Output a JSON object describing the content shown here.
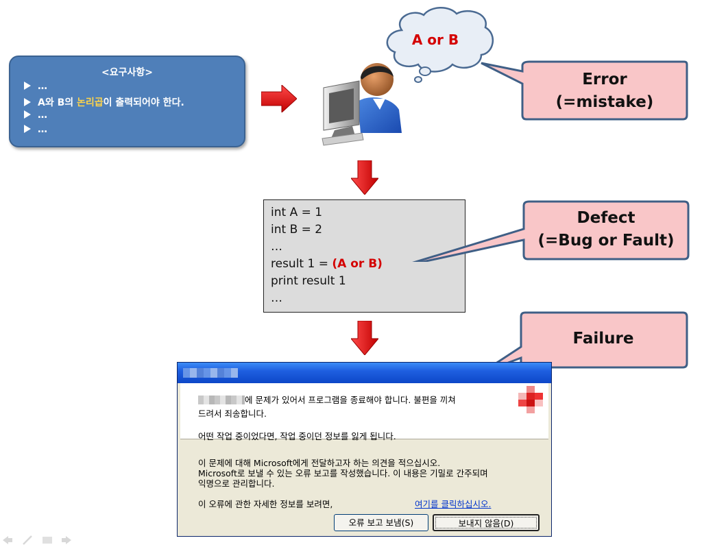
{
  "requirements": {
    "title": "<요구사항>",
    "items": [
      {
        "text": "…"
      },
      {
        "prefix": "A와 B의 ",
        "highlight": "논리곱",
        "suffix": "이 출력되어야 한다."
      },
      {
        "text": "…"
      },
      {
        "text": "…"
      }
    ]
  },
  "thought_bubble": {
    "text": "A or B"
  },
  "callouts": {
    "error": {
      "line1": "Error",
      "line2": "(=mistake)"
    },
    "defect": {
      "line1": "Defect",
      "line2": "(=Bug or Fault)"
    },
    "failure": {
      "line1": "Failure"
    }
  },
  "code": {
    "lines": [
      "int A = 1",
      "int B = 2",
      "…",
      "result 1 = ",
      "print result 1",
      "…"
    ],
    "highlight": "(A or B)"
  },
  "dialog": {
    "message_line1_suffix": "에 문제가 있어서 프로그램을 종료해야 합니다. 불편을 끼쳐",
    "message_line2": "드려서 죄송합니다.",
    "info_line": "어떤 작업 중이었다면, 작업 중이던 정보를 잃게 됩니다.",
    "report_line1": "이 문제에 대해 Microsoft에게 전달하고자 하는 의견을 적으십시오.",
    "report_line2": "Microsoft로 보낼 수 있는 오류 보고를 작성했습니다. 이 내용은 기밀로 간주되며",
    "report_line3": "익명으로 관리합니다.",
    "details_text": "이 오류에 관한 자세한 정보를 보려면,",
    "details_link": "여기를 클릭하십시오.",
    "send_button": "오류 보고 보냄(S)",
    "dont_send_button": "보내지 않음(D)"
  },
  "colors": {
    "req_box": "#4f7fb9",
    "highlight": "#ffd44a",
    "callout_fill": "#f9c6c8",
    "callout_border": "#3f5f86",
    "arrow": "#e00000",
    "code_red": "#d40000"
  }
}
